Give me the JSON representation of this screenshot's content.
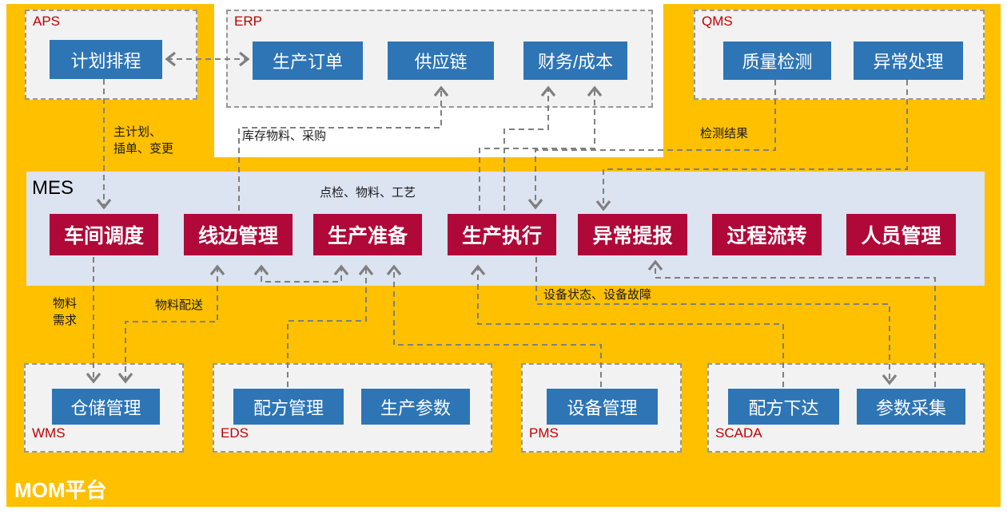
{
  "platform": {
    "label": "MOM平台"
  },
  "mes": {
    "label": "MES",
    "modules": [
      "车间调度",
      "线边管理",
      "生产准备",
      "生产执行",
      "异常提报",
      "过程流转",
      "人员管理"
    ]
  },
  "groups": {
    "aps": {
      "label": "APS",
      "modules": [
        "计划排程"
      ]
    },
    "erp": {
      "label": "ERP",
      "modules": [
        "生产订单",
        "供应链",
        "财务/成本"
      ]
    },
    "qms": {
      "label": "QMS",
      "modules": [
        "质量检测",
        "异常处理"
      ]
    },
    "wms": {
      "label": "WMS",
      "modules": [
        "仓储管理"
      ]
    },
    "eds": {
      "label": "EDS",
      "modules": [
        "配方管理",
        "生产参数"
      ]
    },
    "pms": {
      "label": "PMS",
      "modules": [
        "设备管理"
      ]
    },
    "scada": {
      "label": "SCADA",
      "modules": [
        "配方下达",
        "参数采集"
      ]
    }
  },
  "flow_labels": {
    "master_plan_l1": "主计划、",
    "master_plan_l2": "插单、变更",
    "inventory": "库存物料、采购",
    "inspection_result": "检测结果",
    "spot_check": "点检、物料、工艺",
    "device_status": "设备状态、设备故障",
    "material_req_l1": "物料",
    "material_req_l2": "需求",
    "material_delivery": "物料配送"
  },
  "colors": {
    "platform_orange": "#FFC000",
    "module_blue": "#2E75B6",
    "mes_crimson": "#B00838",
    "mes_band": "#DCE3F1",
    "group_label_red": "#C00000",
    "connector_gray": "#7F7F7F"
  }
}
